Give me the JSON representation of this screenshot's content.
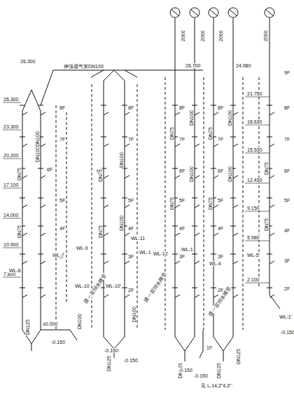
{
  "diagram": {
    "labels": [
      "26.300",
      "23.300",
      "20.200",
      "17.100",
      "14.000",
      "10.900",
      "7.800",
      "±0.000",
      "-0.150",
      "26.300",
      "伸顶通气管DN100",
      "26.700",
      "24.980",
      "2000",
      "2000",
      "2000",
      "2000",
      "21.750",
      "18.630",
      "15.530",
      "12.430",
      "9.150",
      "5.980",
      "2.100",
      "8F",
      "7F",
      "6F",
      "5F",
      "4F",
      "3F",
      "8F",
      "7F",
      "6F",
      "5F",
      "4F",
      "3F",
      "2F",
      "8F",
      "7F",
      "6F",
      "5F",
      "4F",
      "3F",
      "8F",
      "7F",
      "6F",
      "5F",
      "4F",
      "3F",
      "2F",
      "1F",
      "9F",
      "8F",
      "7F",
      "6F",
      "5F",
      "4F",
      "3F",
      "2F",
      "DN75",
      "DN100",
      "DN75",
      "DN100",
      "DN75",
      "DN100",
      "DN75",
      "DN100",
      "DN75",
      "DN100",
      "DN75",
      "DN100",
      "DN75",
      "DN100",
      "DN75",
      "DN100",
      "DN75",
      "DN75",
      "WL-6",
      "WL-7",
      "WL-9",
      "WL-11",
      "WL-1",
      "WL-10'",
      "WL-12",
      "WL-1",
      "WL-4",
      "WL-5'",
      "WL-10",
      "DN125",
      "DN125",
      "DN125",
      "DN125",
      "DN125",
      "DN100",
      "DN100",
      "-0.150",
      "-0.150",
      "-0.150",
      "-0.150",
      "接一层排水横管",
      "接一层排水横管",
      "接一层排水横管",
      "见 L-14,2\"4,3\"·",
      "WL-1'",
      "-0.150"
    ]
  }
}
